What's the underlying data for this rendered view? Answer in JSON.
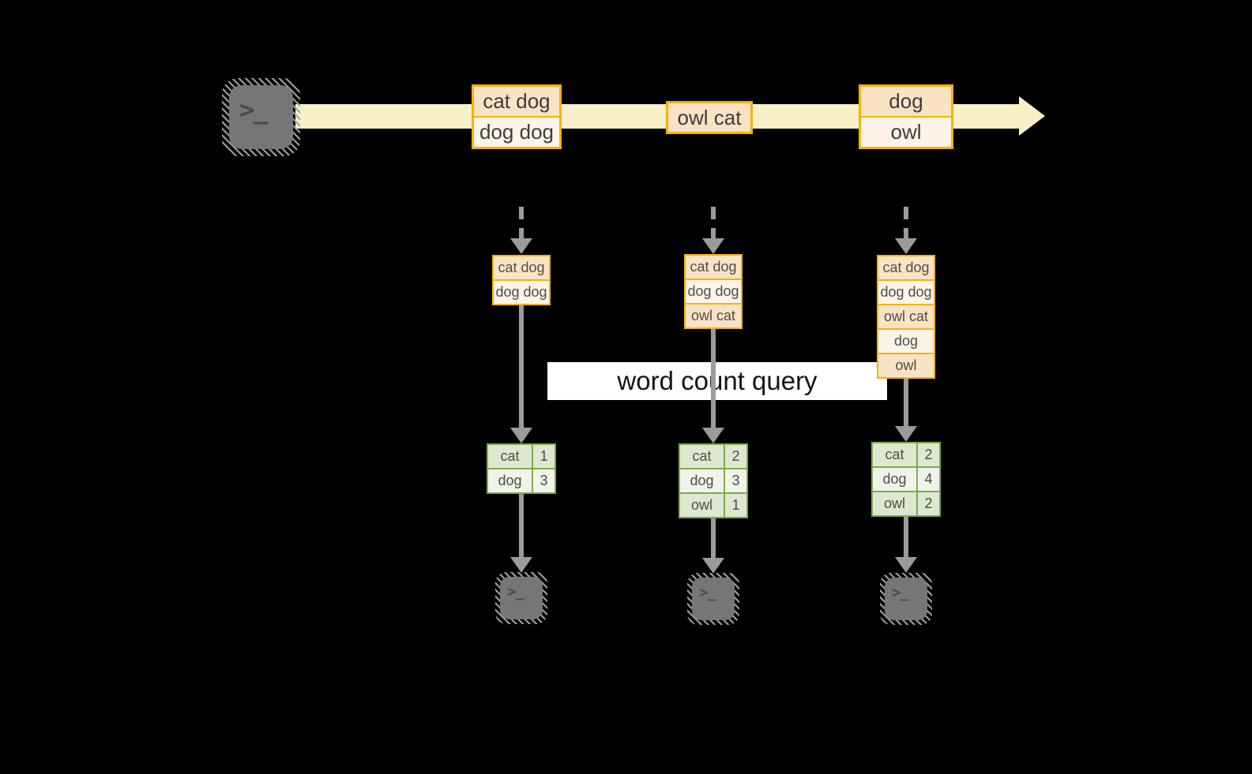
{
  "colors": {
    "background": "#000000",
    "stream_band": "#faf0c8",
    "orange_border": "#f2b30a",
    "peach_dark": "#fae3c5",
    "peach_light": "#fdf4e7",
    "green_border": "#7cad45",
    "green_dark": "#dde8d1",
    "green_light": "#eff3ea",
    "arrow_gray": "#9b9b9b",
    "terminal_fill": "#767676",
    "terminal_glyph": "#4a4a4a",
    "query_bg": "#ffffff",
    "query_text": "#141414"
  },
  "icons": {
    "terminal_glyph": ">_"
  },
  "stream": {
    "batches": [
      {
        "rows": [
          "cat dog",
          "dog dog"
        ]
      },
      {
        "rows": [
          "owl cat"
        ]
      },
      {
        "rows": [
          "dog",
          "owl"
        ]
      }
    ]
  },
  "query": {
    "label": "word count query"
  },
  "columns": [
    {
      "state_rows": [
        "cat dog",
        "dog dog"
      ],
      "counts": [
        {
          "word": "cat",
          "count": "1"
        },
        {
          "word": "dog",
          "count": "3"
        }
      ]
    },
    {
      "state_rows": [
        "cat dog",
        "dog dog",
        "owl cat"
      ],
      "counts": [
        {
          "word": "cat",
          "count": "2"
        },
        {
          "word": "dog",
          "count": "3"
        },
        {
          "word": "owl",
          "count": "1"
        }
      ]
    },
    {
      "state_rows": [
        "cat dog",
        "dog dog",
        "owl cat",
        "dog",
        "owl"
      ],
      "counts": [
        {
          "word": "cat",
          "count": "2"
        },
        {
          "word": "dog",
          "count": "4"
        },
        {
          "word": "owl",
          "count": "2"
        }
      ]
    }
  ]
}
